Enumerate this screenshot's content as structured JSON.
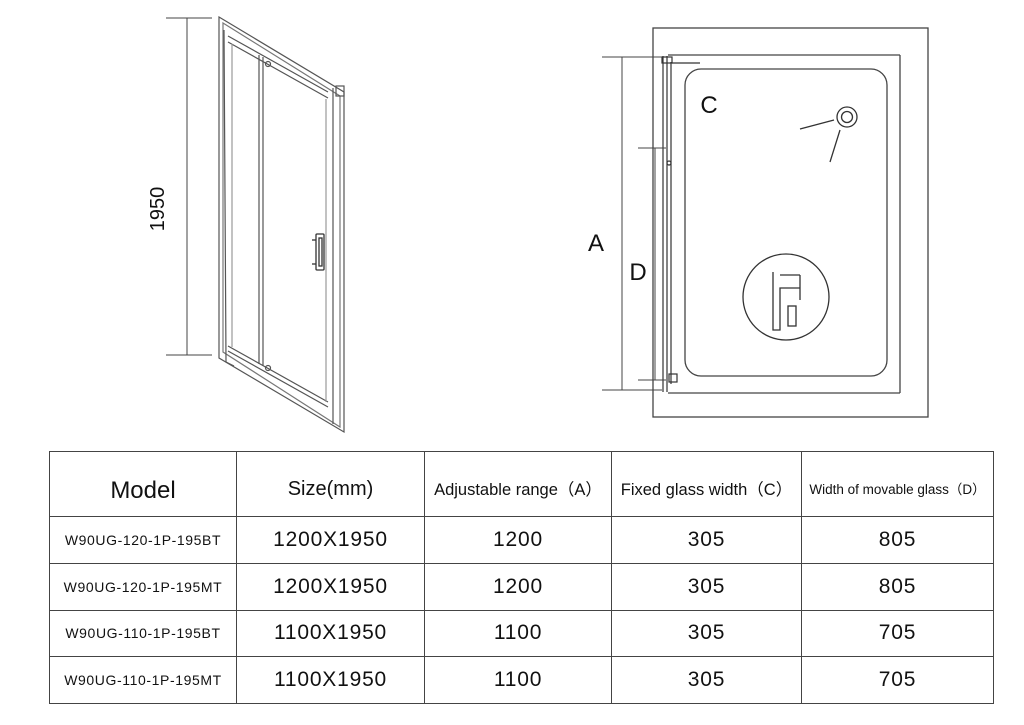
{
  "front_view": {
    "height_dimension": "1950"
  },
  "plan_view": {
    "label_a": "A",
    "label_c": "C",
    "label_d": "D"
  },
  "spec_table": {
    "headers": {
      "model": "Model",
      "size": "Size(mm)",
      "adjustable_range": "Adjustable range（A）",
      "fixed_glass_width": "Fixed glass width（C）",
      "movable_glass_width": "Width of movable glass（D）"
    },
    "rows": [
      {
        "model": "W90UG-120-1P-195BT",
        "size": "1200X1950",
        "adjustable_range": "1200",
        "fixed_glass_width": "305",
        "movable_glass_width": "805"
      },
      {
        "model": "W90UG-120-1P-195MT",
        "size": "1200X1950",
        "adjustable_range": "1200",
        "fixed_glass_width": "305",
        "movable_glass_width": "805"
      },
      {
        "model": "W90UG-110-1P-195BT",
        "size": "1100X1950",
        "adjustable_range": "1100",
        "fixed_glass_width": "305",
        "movable_glass_width": "705"
      },
      {
        "model": "W90UG-110-1P-195MT",
        "size": "1100X1950",
        "adjustable_range": "1100",
        "fixed_glass_width": "305",
        "movable_glass_width": "705"
      }
    ]
  }
}
